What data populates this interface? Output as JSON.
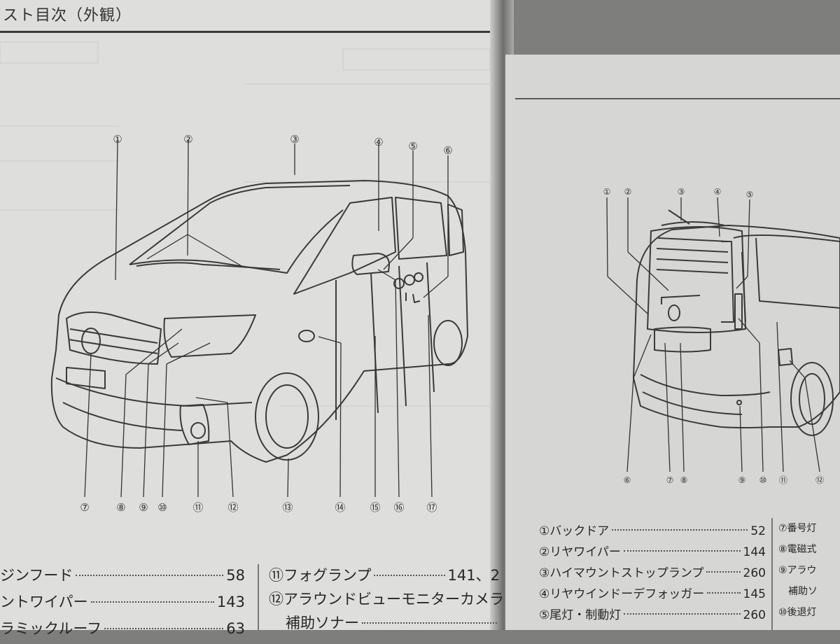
{
  "header": {
    "title": "スト目次（外観）"
  },
  "front_view": {
    "callouts": [
      "①",
      "②",
      "③",
      "④",
      "⑤",
      "⑥",
      "⑦",
      "⑧",
      "⑨",
      "⑩",
      "⑪",
      "⑫",
      "⑬",
      "⑭",
      "⑮",
      "⑯",
      "⑰"
    ]
  },
  "rear_view": {
    "callouts": [
      "①",
      "②",
      "③",
      "④",
      "⑤",
      "⑥",
      "⑦",
      "⑧",
      "⑨",
      "⑩",
      "⑪",
      "⑫"
    ]
  },
  "toc_left": [
    {
      "label": "ジンフード",
      "page": "58"
    },
    {
      "label": "ントワイパー",
      "page": "143"
    },
    {
      "label": "ラミックルーフ",
      "page": "63"
    }
  ],
  "toc_middle": [
    {
      "label": "⑪フォグランプ",
      "page": "141、2"
    },
    {
      "label": "⑫アラウンドビューモニターカメラ",
      "page": ""
    },
    {
      "label": "補助ソナー",
      "page": ""
    }
  ],
  "toc_right": [
    {
      "label": "①バックドア",
      "page": "52"
    },
    {
      "label": "②リヤワイパー",
      "page": "144"
    },
    {
      "label": "③ハイマウントストップランプ",
      "page": "260"
    },
    {
      "label": "④リヤウインドーデフォッガー",
      "page": "145"
    },
    {
      "label": "⑤尾灯・制動灯",
      "page": "260"
    }
  ],
  "toc_right_partial": [
    {
      "label": "⑦番号灯"
    },
    {
      "label": "⑧電磁式"
    },
    {
      "label": "⑨アラウ"
    },
    {
      "label": "補助ソ"
    },
    {
      "label": "⑩後退灯"
    }
  ]
}
